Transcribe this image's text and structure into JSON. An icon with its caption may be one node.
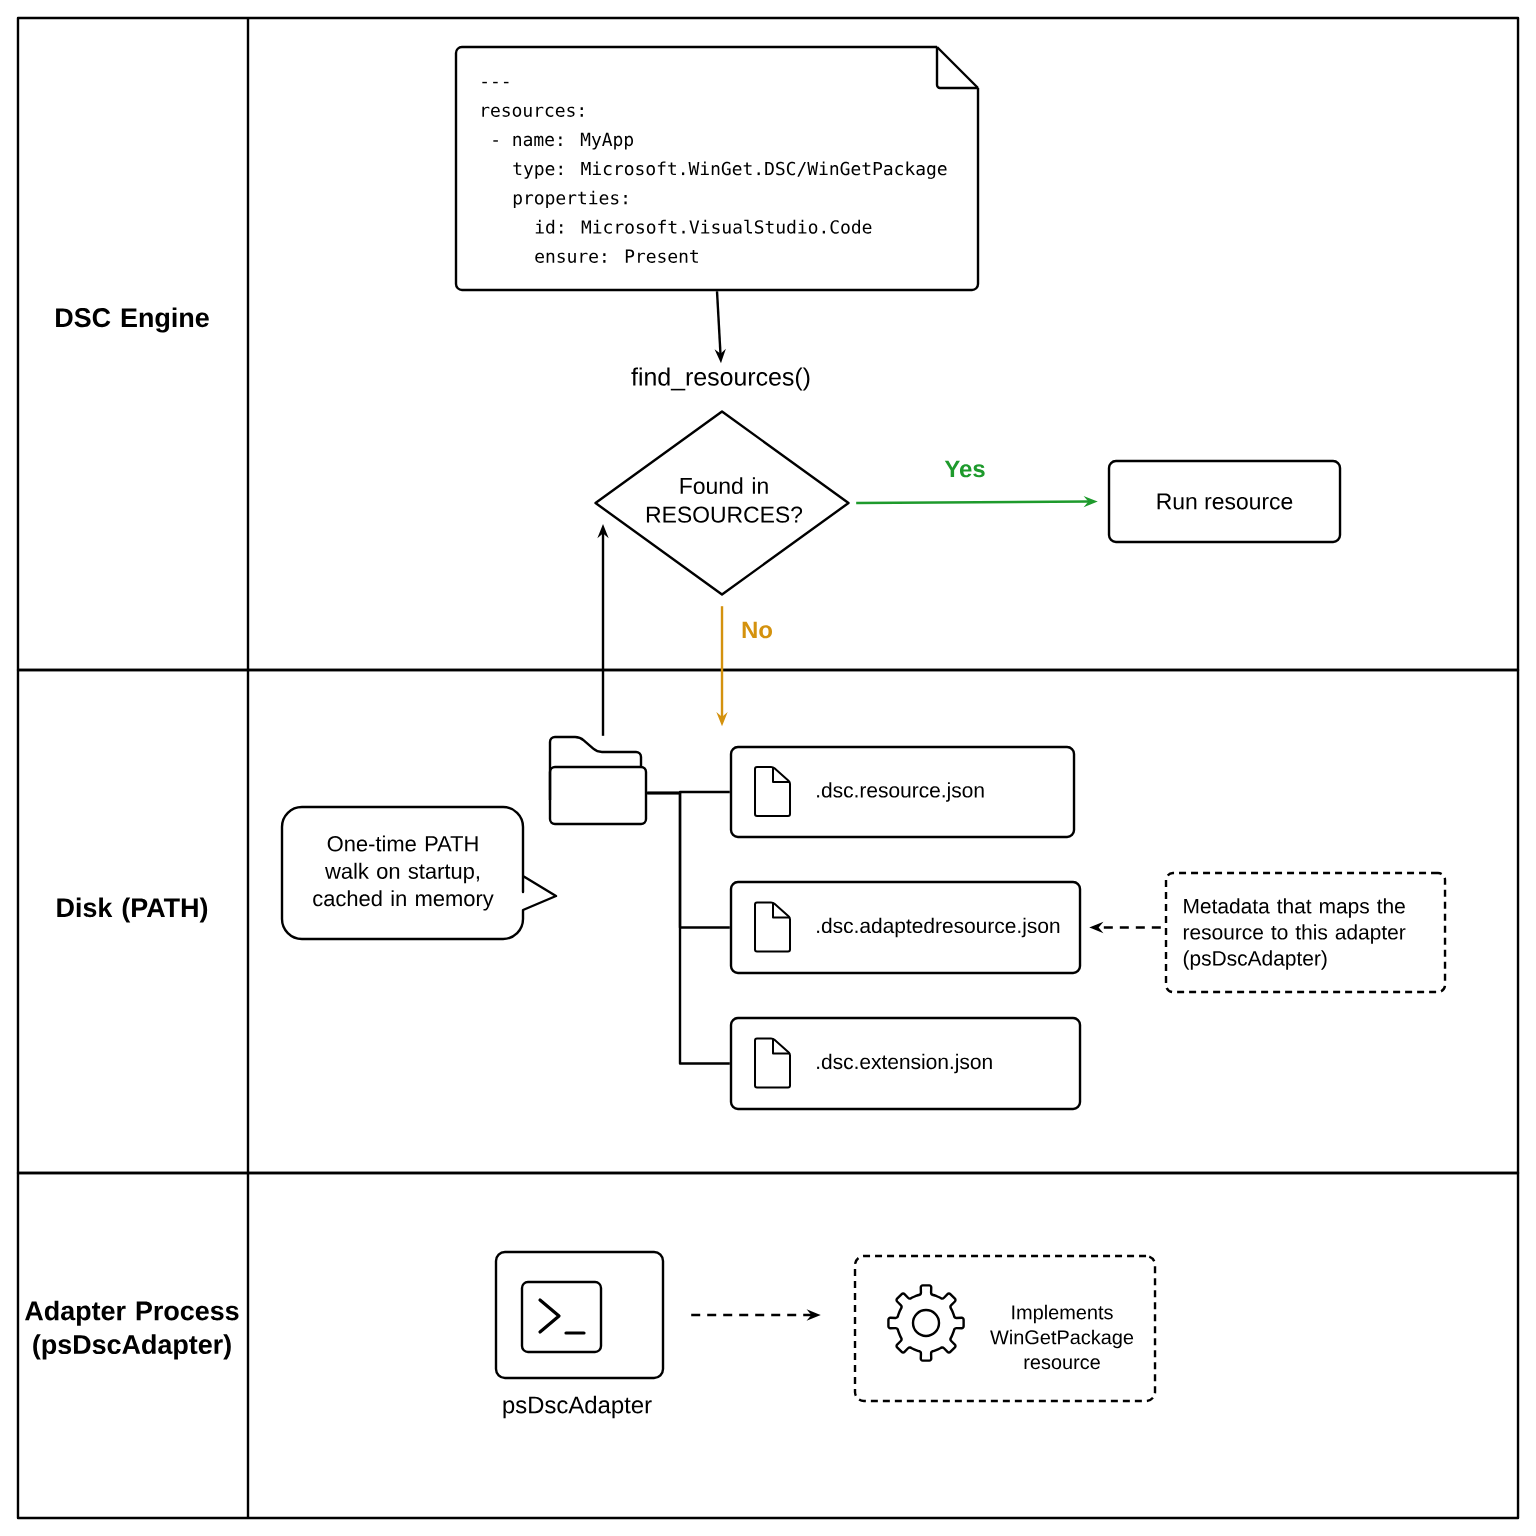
{
  "diagram": {
    "nodes": [
      {
        "text": [
          "DSC Engine"
        ]
      },
      {
        "text": [
          "Disk (PATH)"
        ]
      },
      {
        "text": [
          "Adapter Process (psDscAdapter)"
        ]
      },
      {
        "text": [
          "---",
          "resources:",
          "- name: MyApp",
          "type: Microsoft.WinGet.DSC/WinGetPackage",
          "properties:",
          "id: Microsoft.VisualStudio.Code",
          "ensure: Present"
        ],
        "in": 0
      },
      {
        "text": [
          "find_resources()"
        ],
        "in": 0
      },
      {
        "text": [
          "Found in RESOURCES?"
        ],
        "in": 0
      },
      {
        "text": [
          "Run resource"
        ],
        "in": 0
      },
      {
        "text": [],
        "shape": "folder",
        "in": 1
      },
      {
        "text": [
          "One-time PATH walk on startup, cached in memory"
        ],
        "in": 1
      },
      {
        "text": [
          ".dsc.resource.json"
        ],
        "in": 1
      },
      {
        "text": [
          ".dsc.adaptedresource.json"
        ],
        "in": 1
      },
      {
        "text": [
          ".dsc.extension.json"
        ],
        "in": 1
      },
      {
        "text": [
          "Metadata that maps the resource to this adapter (psDscAdapter)"
        ],
        "in": 1
      },
      {
        "text": [
          "psDscAdapter"
        ],
        "in": 2
      },
      {
        "text": [
          "Implements WinGetPackage resource"
        ],
        "in": 2
      }
    ],
    "edges": [
      {
        "from": 3,
        "to": 4,
        "arrow": "to"
      },
      {
        "from": 5,
        "to": 6,
        "arrow": "to",
        "label": "Yes",
        "color": "#1e9a2c"
      },
      {
        "from": 5,
        "to": null,
        "arrow": "to",
        "label": "No",
        "color": "#d4920e"
      },
      {
        "from": 7,
        "to": 5,
        "arrow": "to"
      },
      {
        "from": 7,
        "to": 9,
        "arrow": "none"
      },
      {
        "from": 7,
        "to": 10,
        "arrow": "none"
      },
      {
        "from": 7,
        "to": 11,
        "arrow": "none"
      },
      {
        "from": 12,
        "to": 10,
        "arrow": "to",
        "style": "dashed"
      },
      {
        "from": 13,
        "to": 14,
        "arrow": "to",
        "style": "dashed"
      }
    ]
  }
}
